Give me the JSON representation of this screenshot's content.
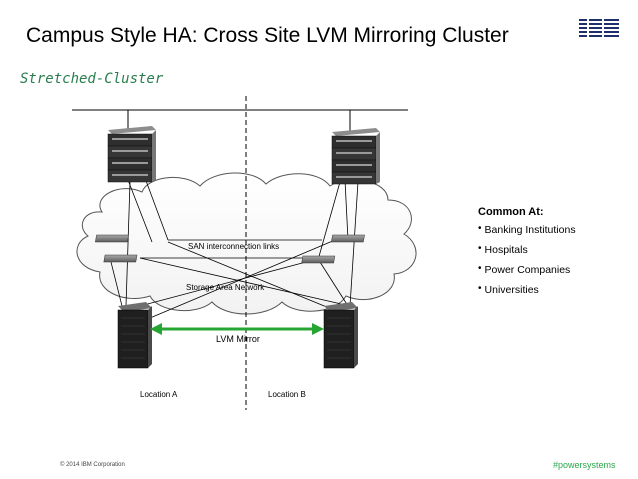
{
  "slide": {
    "title": "Campus Style HA: Cross Site LVM Mirroring Cluster",
    "subtitle": "Stretched-Cluster",
    "logo_text": "IBM"
  },
  "diagram": {
    "san_links_label": "SAN interconnection links",
    "san_label": "Storage Area Network",
    "mirror_label": "LVM Mirror",
    "location_a": "Location A",
    "location_b": "Location B",
    "mirror_color": "#27a532"
  },
  "common_at": {
    "title": "Common At:",
    "items": [
      "Banking Institutions",
      "Hospitals",
      "Power Companies",
      "Universities"
    ],
    "bullet": "•"
  },
  "footer": {
    "copyright": "© 2014 IBM Corporation",
    "hashtag": "#powersystems",
    "hashtag_color": "#2aa84a"
  }
}
